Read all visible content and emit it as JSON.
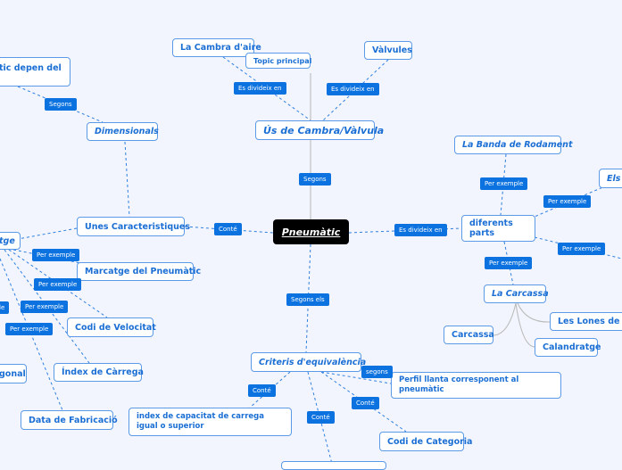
{
  "root": "Pneumàtic",
  "nodes": {
    "depen": "tic depen del",
    "cambra": "La Cambra d'aire",
    "topic": "Topic principal",
    "valvules": "Vàlvules",
    "us": "Ús de Cambra/Vàlvula",
    "dimensionals": "Dimensionals",
    "banda": "La Banda de Rodament",
    "els": "Els I",
    "parts": "diferents parts",
    "unes": "Unes Caracteristiques",
    "tge": "tge",
    "marcatge": "Marcatge del Pneumàtic",
    "carcassa_l": "La Carcassa",
    "lones": "Les Lones de Cin",
    "velocitat": "Codi de Velocitat",
    "carcassa": "Carcassa",
    "calandratge": "Calandratge",
    "gonal": "gonal",
    "carrega": "Índex de Càrrega",
    "criteris": "Criteris d'equivalència",
    "perfil": "Perfil llanta corresponent al pneumàtic",
    "index": "index de capacitat de carrega igual o superior",
    "data": "Data de Fabricació",
    "categoria": "Codi de Categoria"
  },
  "chips": [
    "Segons",
    "Es divideix en",
    "Es divideix en",
    "Segons",
    "Per exemple",
    "Per exemple",
    "Conté",
    "Es divideix en",
    "Per exemple",
    "Per exemple",
    "Per exemple",
    "Per exemple",
    "le",
    "Per exemple",
    "Segons els",
    "Per exemple",
    "segons",
    "Conté",
    "Conté",
    "Conté"
  ]
}
